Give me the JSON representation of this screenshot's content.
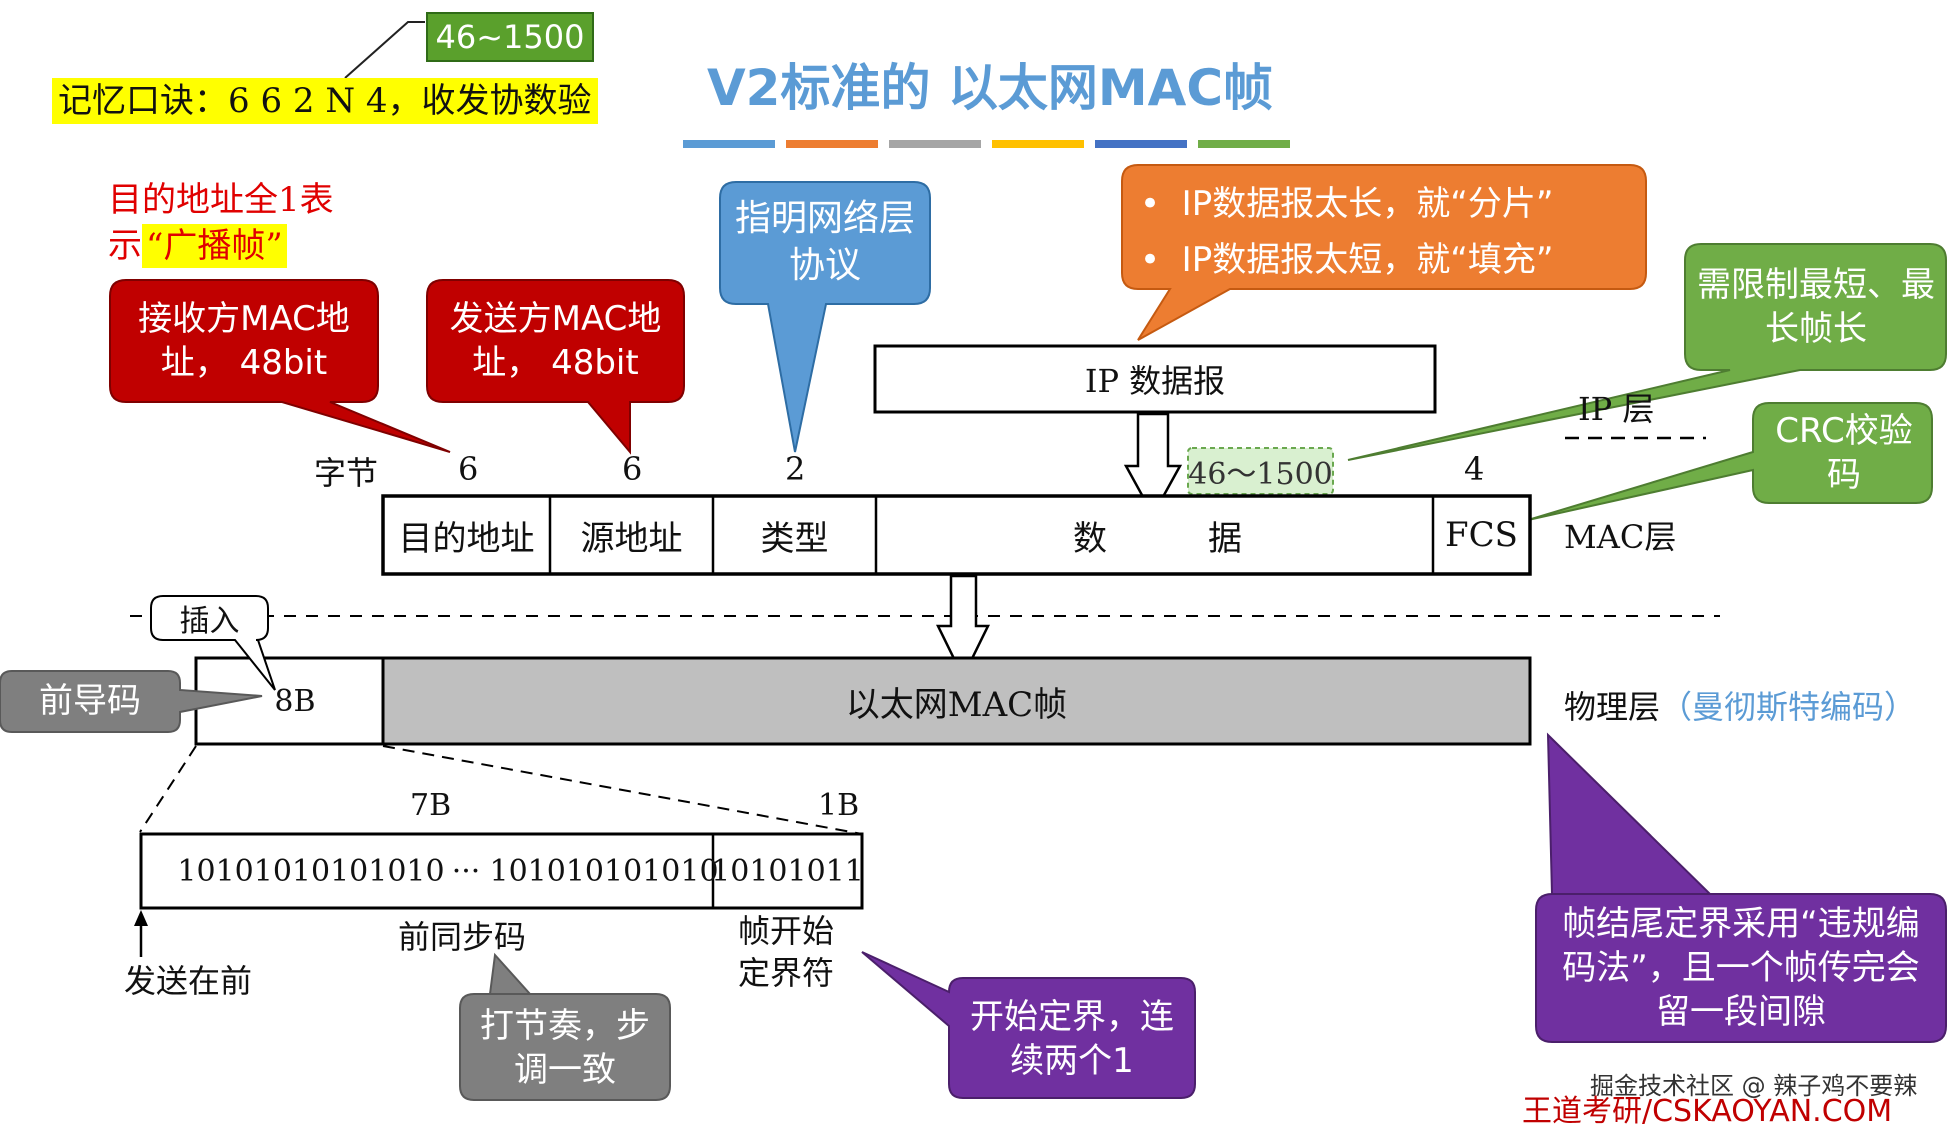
{
  "title": "V2标准的 以太网MAC帧",
  "title_bar_colors": [
    "#5b9bd5",
    "#ed7d31",
    "#a5a5a5",
    "#ffc000",
    "#4472c4",
    "#70ad47"
  ],
  "memory": {
    "range_badge": "46~1500",
    "mnemonic": "记忆口诀：6 6 2 N 4，收发协数验"
  },
  "broadcast_note": {
    "line1": "目的地址全1表",
    "line2_prefix": "示",
    "line2_highlight": "“广播帧”"
  },
  "callouts": {
    "dest_mac": "接收方MAC地址， 48bit",
    "src_mac": "发送方MAC地址， 48bit",
    "type": "指明网络层协议",
    "ip_bullet1": "IP数据报太长，就“分片”",
    "ip_bullet2": "IP数据报太短，就“填充”",
    "length_limit": "需限制最短、最长帧长",
    "crc": "CRC校验码",
    "insert": "插入",
    "preamble": "前导码",
    "rhythm": "打节奏，步调一致",
    "sfd_desc": "开始定界，连续两个1",
    "end_delim": "帧结尾定界采用“违规编码法”，且一个帧传完会留一段间隙"
  },
  "ip_packet": "IP 数据报",
  "layers": {
    "ip": "IP 层",
    "mac": "MAC层",
    "phy": "物理层",
    "phy_note": "（曼彻斯特编码）"
  },
  "byte_row": {
    "label": "字节",
    "dest": "6",
    "src": "6",
    "type": "2",
    "data": "46～1500",
    "fcs": "4"
  },
  "mac_fields": {
    "dest": "目的地址",
    "src": "源地址",
    "type": "类型",
    "data_a": "数",
    "data_b": "据",
    "fcs": "FCS"
  },
  "phy_frame": {
    "preamble_size": "8B",
    "mac_frame": "以太网MAC帧"
  },
  "preamble_detail": {
    "size_7": "7B",
    "size_1": "1B",
    "bits_a": "10101010101010",
    "ellipsis": "···",
    "bits_b": "101010101010",
    "sfd_bits": "10101011",
    "sync_label": "前同步码",
    "sfd_label": "帧开始定界符",
    "send_first": "发送在前"
  },
  "footer": {
    "community": "掘金技术社区 @ 辣子鸡不要辣",
    "brand": "王道考研/CSKAOYAN.COM"
  }
}
